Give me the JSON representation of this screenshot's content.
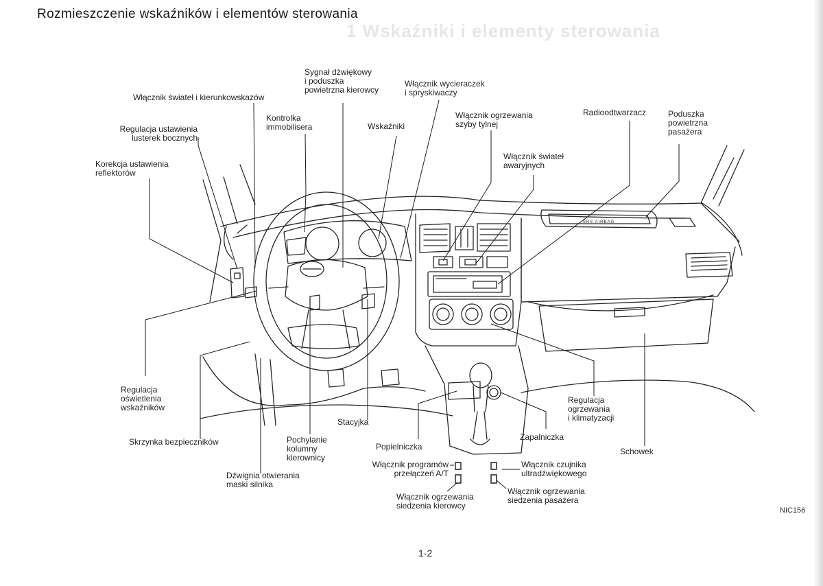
{
  "page": {
    "title": "Rozmieszczenie wskaźników i elementów sterowania",
    "figure_code": "NIC156",
    "page_number": "1-2"
  },
  "dashboard": {
    "airbag_text": "SRS AIRBAG"
  },
  "labels": {
    "horn_airbag": "Sygnał dźwiękowy\ni poduszka\npowietrzna kierowcy",
    "light_switch": "Włącznik świateł i kierunkowskazów",
    "wiper_switch": "Włącznik wycieraczek\ni spryskiwaczy",
    "mirror_adjust": "Regulacja ustawienia\nlusterek bocznych",
    "immobiliser": "Kontrolka\nimmobilisera",
    "gauges": "Wskaźniki",
    "rear_defrost": "Włącznik ogrzewania\nszyby tylnej",
    "radio": "Radioodtwarzacz",
    "passenger_airbag": "Poduszka\npowietrzna\npasażera",
    "headlamp_level": "Korekcja ustawienia\nreflektorów",
    "hazard": "Włącznik świateł\nawaryjnych",
    "instrument_brightness": "Regulacja\noświetlenia\nwskaźników",
    "climate": "Regulacja\nogrzewania\ni klimatyzacji",
    "ignition": "Stacyjka",
    "fuse_box": "Skrzynka bezpieczników",
    "tilt_column": "Pochylanie\nkolumny\nkierownicy",
    "ashtray": "Popielniczka",
    "lighter": "Zapalniczka",
    "glovebox": "Schowek",
    "hood_release": "Dźwignia otwierania\nmaski silnika",
    "at_mode": "Włącznik programów\nprzełączeń A/T",
    "ultrasonic": "Włącznik czujnika\nultradźwiękowego",
    "driver_seat_heat": "Włącznik ogrzewania\nsiedzenia kierowcy",
    "passenger_seat_heat": "Włącznik ogrzewania\nsiedzenia pasażera"
  }
}
